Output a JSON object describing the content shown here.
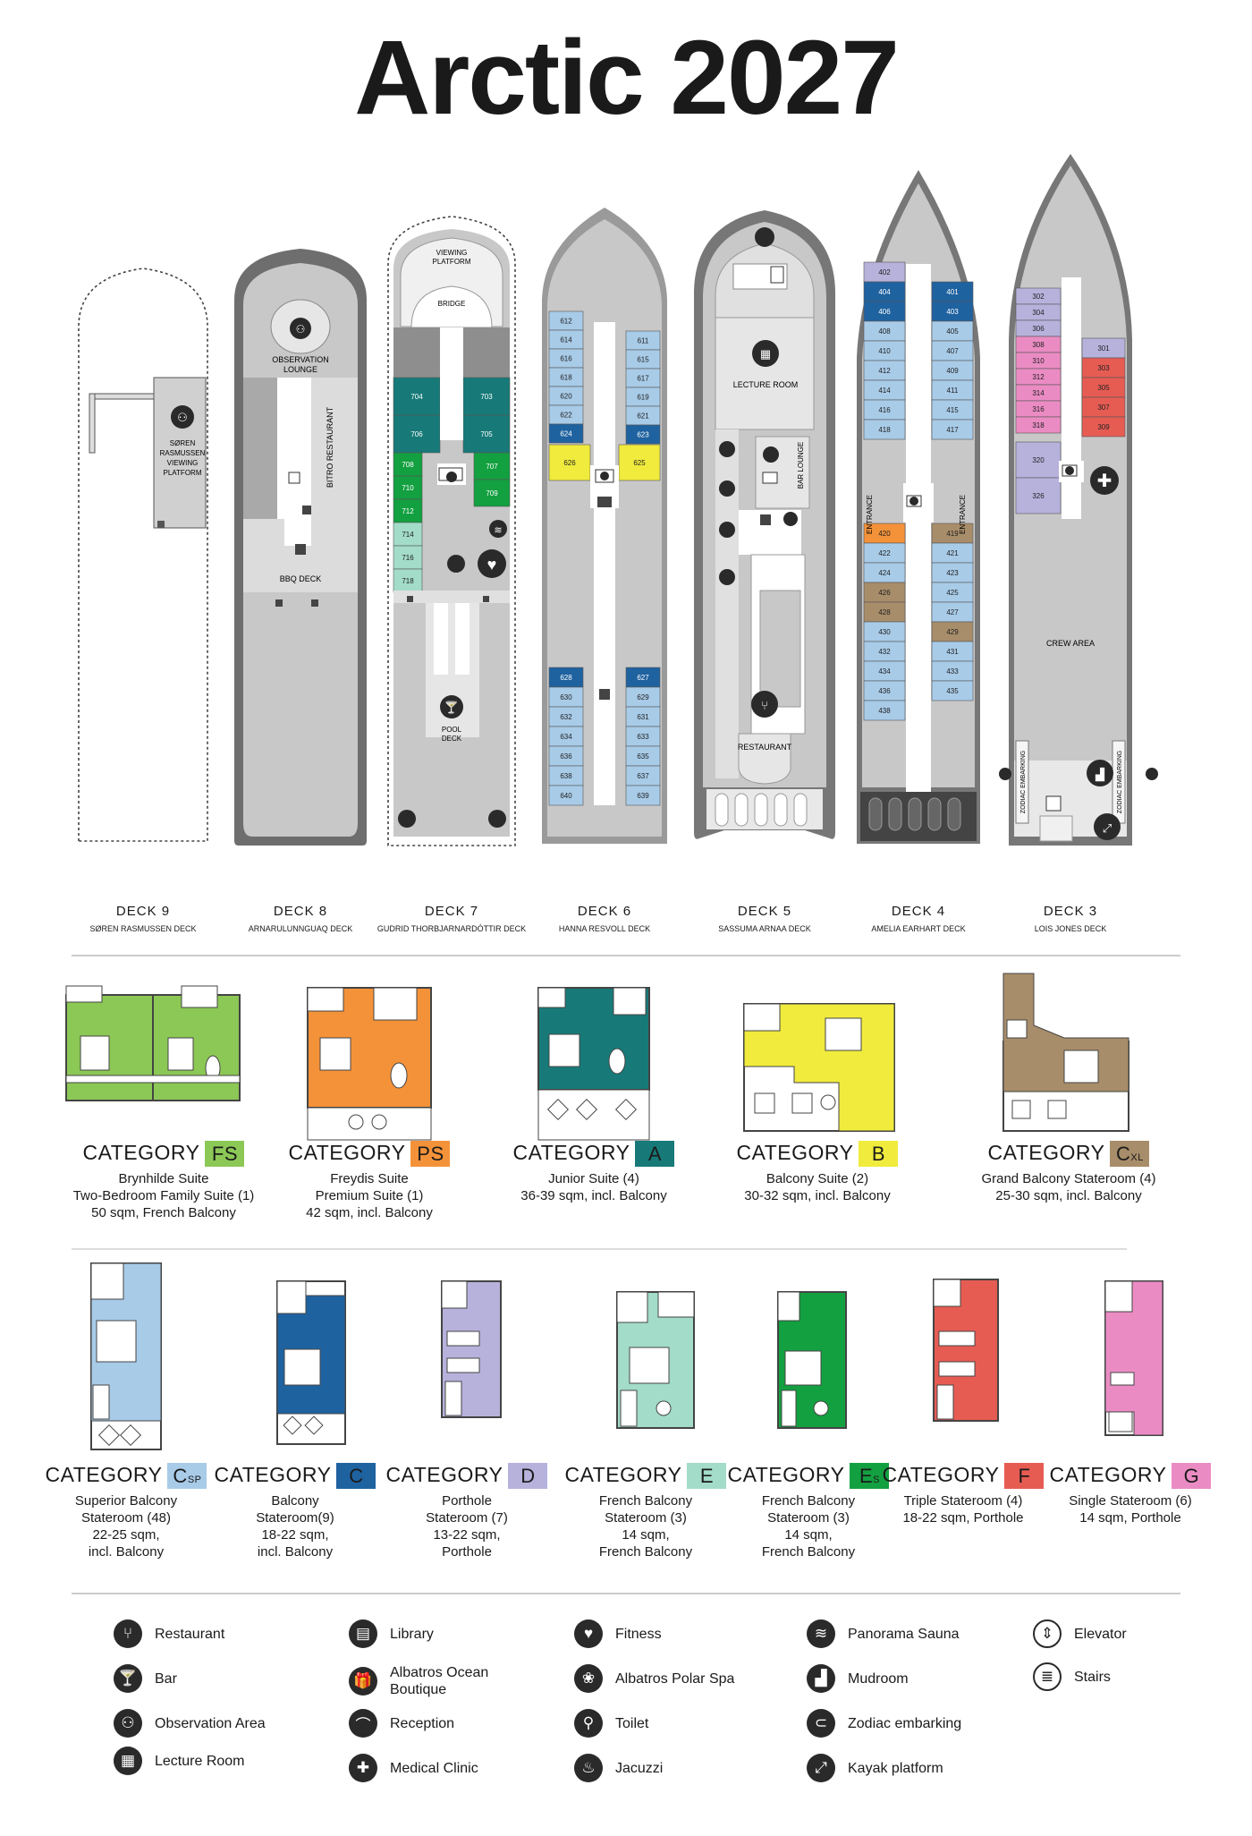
{
  "title": "Arctic 2027",
  "colors": {
    "FS": "#8cc856",
    "PS": "#f4923a",
    "A": "#177a78",
    "B": "#f0eb3d",
    "CXL": "#a88d6a",
    "CSP": "#a8cbe8",
    "C": "#1f62a0",
    "D": "#b6b2dc",
    "E": "#a3dcc8",
    "ES": "#13a040",
    "F": "#e65c53",
    "G": "#ea8cc3",
    "deck": "#c8c8c8",
    "dark": "#6e6e6e"
  },
  "decks": [
    {
      "name": "DECK  9",
      "sub": "SØREN RASMUSSEN DECK",
      "label": "SØREN RASMUSSEN VIEWING PLATFORM"
    },
    {
      "name": "DECK  8",
      "sub": "ARNARULUNNGUAQ DECK",
      "labels": [
        "OBSERVATION LOUNGE",
        "BITRO RESTAURANT",
        "BBQ DECK"
      ]
    },
    {
      "name": "DECK  7",
      "sub": "GUDRID THORBJARNARDÓTTIR DECK",
      "labels": [
        "VIEWING PLATFORM",
        "BRIDGE",
        "POOL DECK"
      ]
    },
    {
      "name": "DECK  6",
      "sub": "HANNA RESVOLL DECK"
    },
    {
      "name": "DECK  5",
      "sub": "SASSUMA ARNAA DECK",
      "labels": [
        "LECTURE ROOM",
        "BAR LOUNGE",
        "RESTAURANT"
      ]
    },
    {
      "name": "DECK  4",
      "sub": "AMELIA EARHART DECK",
      "labels": [
        "ENTRANCE",
        "ENTRANCE"
      ]
    },
    {
      "name": "DECK  3",
      "sub": "LOIS JONES DECK",
      "labels": [
        "CREW AREA",
        "ZODIAC EMBARKING",
        "ZODIAC EMBARKING"
      ]
    }
  ],
  "cabins": {
    "d7_left": [
      [
        "704",
        "A"
      ],
      [
        "706",
        "A"
      ],
      [
        "708",
        "ES"
      ],
      [
        "710",
        "ES"
      ],
      [
        "712",
        "ES"
      ],
      [
        "714",
        "E"
      ],
      [
        "716",
        "E"
      ],
      [
        "718",
        "E"
      ]
    ],
    "d7_right": [
      [
        "703",
        "A"
      ],
      [
        "705",
        "A"
      ],
      [
        "707",
        "ES"
      ],
      [
        "709",
        "ES"
      ]
    ],
    "d6_left": [
      [
        "612",
        "CSP"
      ],
      [
        "614",
        "CSP"
      ],
      [
        "616",
        "CSP"
      ],
      [
        "618",
        "CSP"
      ],
      [
        "620",
        "CSP"
      ],
      [
        "622",
        "CSP"
      ],
      [
        "624",
        "C"
      ],
      [
        "626",
        "B"
      ]
    ],
    "d6_right": [
      [
        "611",
        "CSP"
      ],
      [
        "615",
        "CSP"
      ],
      [
        "617",
        "CSP"
      ],
      [
        "619",
        "CSP"
      ],
      [
        "621",
        "CSP"
      ],
      [
        "623",
        "C"
      ],
      [
        "625",
        "B"
      ]
    ],
    "d6_aft_left": [
      [
        "628",
        "C"
      ],
      [
        "630",
        "CSP"
      ],
      [
        "632",
        "CSP"
      ],
      [
        "634",
        "CSP"
      ],
      [
        "636",
        "CSP"
      ],
      [
        "638",
        "CSP"
      ],
      [
        "640",
        "CSP"
      ]
    ],
    "d6_aft_right": [
      [
        "627",
        "C"
      ],
      [
        "629",
        "CSP"
      ],
      [
        "631",
        "CSP"
      ],
      [
        "633",
        "CSP"
      ],
      [
        "635",
        "CSP"
      ],
      [
        "637",
        "CSP"
      ],
      [
        "639",
        "CSP"
      ]
    ],
    "d4_left": [
      [
        "402",
        "D"
      ],
      [
        "404",
        "C"
      ],
      [
        "406",
        "C"
      ],
      [
        "408",
        "CSP"
      ],
      [
        "410",
        "CSP"
      ],
      [
        "412",
        "CSP"
      ],
      [
        "414",
        "CSP"
      ],
      [
        "416",
        "CSP"
      ],
      [
        "418",
        "CSP"
      ]
    ],
    "d4_right": [
      [
        "401",
        "C"
      ],
      [
        "403",
        "C"
      ],
      [
        "405",
        "CSP"
      ],
      [
        "407",
        "CSP"
      ],
      [
        "409",
        "CSP"
      ],
      [
        "411",
        "CSP"
      ],
      [
        "415",
        "CSP"
      ],
      [
        "417",
        "CSP"
      ]
    ],
    "d4_aft_left": [
      [
        "420",
        "PS"
      ],
      [
        "422",
        "CSP"
      ],
      [
        "424",
        "CSP"
      ],
      [
        "426",
        "CXL"
      ],
      [
        "428",
        "CXL"
      ],
      [
        "430",
        "CSP"
      ],
      [
        "432",
        "CSP"
      ],
      [
        "434",
        "CSP"
      ],
      [
        "436",
        "CSP"
      ],
      [
        "438",
        "CSP"
      ]
    ],
    "d4_aft_right": [
      [
        "419",
        "CXL"
      ],
      [
        "421",
        "CSP"
      ],
      [
        "423",
        "CSP"
      ],
      [
        "425",
        "CSP"
      ],
      [
        "427",
        "CSP"
      ],
      [
        "429",
        "CXL"
      ],
      [
        "431",
        "CSP"
      ],
      [
        "433",
        "CSP"
      ],
      [
        "435",
        "CSP"
      ]
    ],
    "d3_left": [
      [
        "302",
        "D"
      ],
      [
        "304",
        "D"
      ],
      [
        "306",
        "D"
      ],
      [
        "308",
        "G"
      ],
      [
        "310",
        "G"
      ],
      [
        "312",
        "G"
      ],
      [
        "314",
        "G"
      ],
      [
        "316",
        "G"
      ],
      [
        "318",
        "G"
      ],
      [
        "320",
        "D"
      ],
      [
        "326",
        "D"
      ]
    ],
    "d3_right": [
      [
        "301",
        "D"
      ],
      [
        "303",
        "F"
      ],
      [
        "305",
        "F"
      ],
      [
        "307",
        "F"
      ],
      [
        "309",
        "F"
      ]
    ]
  },
  "categories": [
    {
      "code": "FS",
      "sub": "",
      "color_key": "FS",
      "text_color": "#1a1a1a",
      "lines": [
        "Brynhilde Suite",
        "Two-Bedroom Family Suite (1)",
        "50 sqm, French Balcony"
      ]
    },
    {
      "code": "PS",
      "sub": "",
      "color_key": "PS",
      "text_color": "#1a1a1a",
      "lines": [
        "Freydis Suite",
        "Premium Suite (1)",
        "42 sqm, incl. Balcony"
      ]
    },
    {
      "code": "A",
      "sub": "",
      "color_key": "A",
      "text_color": "#1a1a1a",
      "lines": [
        "Junior Suite (4)",
        "36-39 sqm, incl. Balcony"
      ]
    },
    {
      "code": "B",
      "sub": "",
      "color_key": "B",
      "text_color": "#1a1a1a",
      "lines": [
        "Balcony Suite (2)",
        "30-32 sqm, incl. Balcony"
      ]
    },
    {
      "code": "C",
      "sub": "XL",
      "color_key": "CXL",
      "text_color": "#1a1a1a",
      "lines": [
        "Grand Balcony Stateroom (4)",
        "25-30 sqm, incl. Balcony"
      ]
    },
    {
      "code": "C",
      "sub": "SP",
      "color_key": "CSP",
      "text_color": "#1a1a1a",
      "lines": [
        "Superior Balcony",
        "Stateroom (48)",
        "22-25 sqm,",
        "incl. Balcony"
      ]
    },
    {
      "code": "C",
      "sub": "",
      "color_key": "C",
      "text_color": "#1a1a1a",
      "lines": [
        "Balcony",
        "Stateroom(9)",
        "18-22 sqm,",
        "incl. Balcony"
      ]
    },
    {
      "code": "D",
      "sub": "",
      "color_key": "D",
      "text_color": "#1a1a1a",
      "lines": [
        "Porthole",
        "Stateroom (7)",
        "13-22 sqm,",
        "Porthole"
      ]
    },
    {
      "code": "E",
      "sub": "",
      "color_key": "E",
      "text_color": "#1a1a1a",
      "lines": [
        "French Balcony",
        "Stateroom (3)",
        "14 sqm,",
        "French Balcony"
      ]
    },
    {
      "code": "E",
      "sub": "S",
      "color_key": "ES",
      "text_color": "#1a1a1a",
      "lines": [
        "French Balcony",
        "Stateroom (3)",
        "14 sqm,",
        "French Balcony"
      ]
    },
    {
      "code": "F",
      "sub": "",
      "color_key": "F",
      "text_color": "#1a1a1a",
      "lines": [
        "Triple Stateroom (4)",
        "18-22 sqm, Porthole"
      ]
    },
    {
      "code": "G",
      "sub": "",
      "color_key": "G",
      "text_color": "#1a1a1a",
      "lines": [
        "Single Stateroom (6)",
        "14 sqm, Porthole"
      ]
    }
  ],
  "category_word": "CATEGORY",
  "legend": [
    {
      "label": "Restaurant",
      "icon": "restaurant-icon",
      "glyph": "⑂"
    },
    {
      "label": "Bar",
      "icon": "bar-icon",
      "glyph": "🍸"
    },
    {
      "label": "Observation Area",
      "icon": "binoculars-icon",
      "glyph": "⚇"
    },
    {
      "label": "Lecture Room",
      "icon": "lecture-room-icon",
      "glyph": "▦"
    },
    {
      "label": "Library",
      "icon": "library-icon",
      "glyph": "▤"
    },
    {
      "label": "Albatros Ocean Boutique",
      "icon": "gift-icon",
      "glyph": "🎁"
    },
    {
      "label": "Reception",
      "icon": "reception-bell-icon",
      "glyph": "⌒"
    },
    {
      "label": "Medical Clinic",
      "icon": "medical-cross-icon",
      "glyph": "✚"
    },
    {
      "label": "Fitness",
      "icon": "heart-icon",
      "glyph": "♥"
    },
    {
      "label": "Albatros Polar Spa",
      "icon": "spa-icon",
      "glyph": "❀"
    },
    {
      "label": "Toilet",
      "icon": "toilet-icon",
      "glyph": "⚲"
    },
    {
      "label": "Jacuzzi",
      "icon": "jacuzzi-icon",
      "glyph": "♨"
    },
    {
      "label": "Panorama Sauna",
      "icon": "sauna-icon",
      "glyph": "≋"
    },
    {
      "label": "Mudroom",
      "icon": "boot-icon",
      "glyph": "▟"
    },
    {
      "label": "Zodiac embarking",
      "icon": "zodiac-icon",
      "glyph": "⊂"
    },
    {
      "label": "Kayak platform",
      "icon": "kayak-icon",
      "glyph": "⤢"
    },
    {
      "label": "Elevator",
      "icon": "elevator-icon",
      "glyph": "⇕"
    },
    {
      "label": "Stairs",
      "icon": "stairs-icon",
      "glyph": "≣"
    }
  ]
}
